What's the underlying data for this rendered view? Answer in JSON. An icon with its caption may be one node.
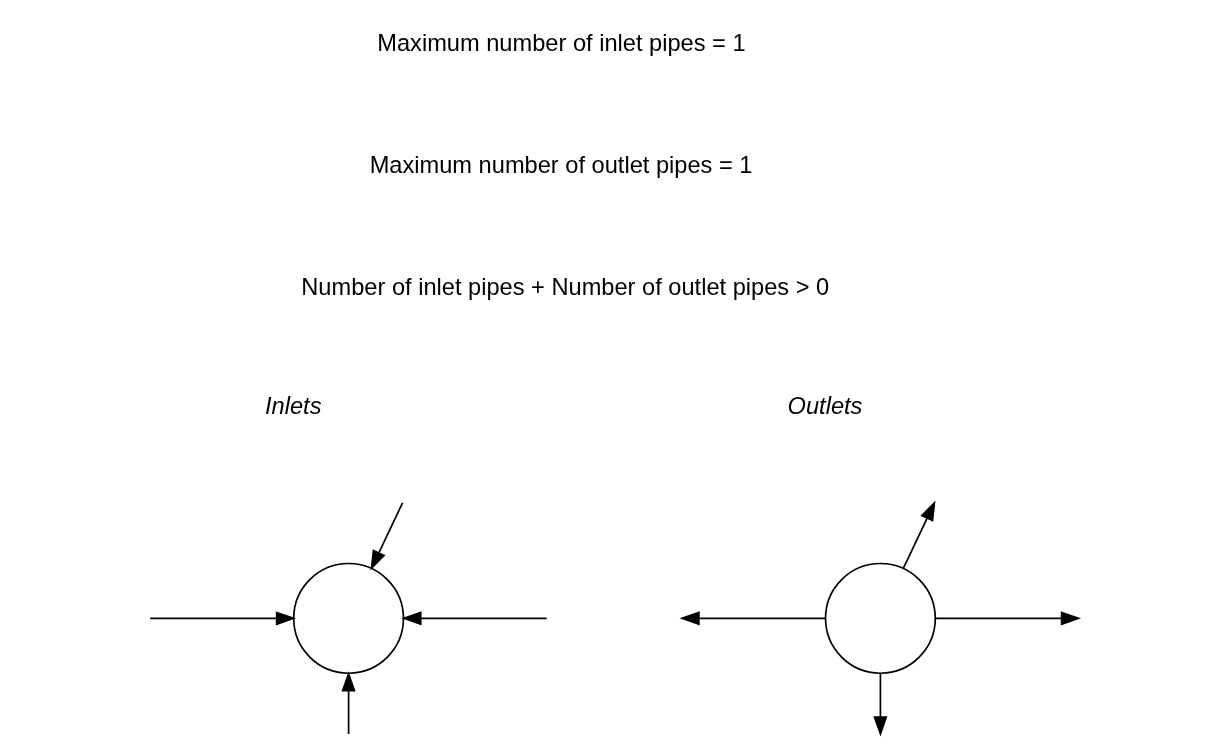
{
  "diagram": {
    "nodes": [
      {
        "text": [],
        "shape": "circle"
      },
      {
        "text": [],
        "shape": "circle"
      }
    ],
    "edges": [
      {
        "from": null,
        "to": 0,
        "arrow": "to"
      },
      {
        "from": null,
        "to": 0,
        "arrow": "to"
      },
      {
        "from": null,
        "to": 0,
        "arrow": "to"
      },
      {
        "from": null,
        "to": 0,
        "arrow": "to"
      },
      {
        "from": 1,
        "to": null,
        "arrow": "to"
      },
      {
        "from": 1,
        "to": null,
        "arrow": "to"
      },
      {
        "from": 1,
        "to": null,
        "arrow": "to"
      },
      {
        "from": 1,
        "to": null,
        "arrow": "to"
      }
    ],
    "labels": [
      "Maximum number of inlet pipes = 1",
      "Maximum number of outlet pipes = 1",
      "Number of inlet pipes + Number of outlet pipes > 0",
      "Inlets",
      "Outlets"
    ]
  }
}
